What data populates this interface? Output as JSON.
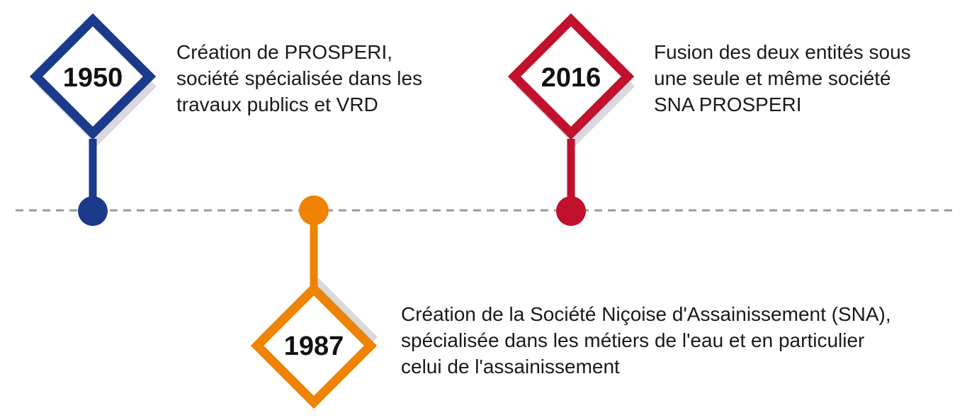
{
  "events": [
    {
      "year": "1950",
      "color": "#1b3a8c",
      "lines": [
        "Création de PROSPERI,",
        "société spécialisée dans les",
        "travaux publics et VRD"
      ]
    },
    {
      "year": "1987",
      "color": "#ee8304",
      "lines": [
        "Création de la Société Niçoise d'Assainissement (SNA),",
        "spécialisée dans les métiers de l'eau et en particulier",
        "celui de l'assainissement"
      ]
    },
    {
      "year": "2016",
      "color": "#c1112d",
      "lines": [
        "Fusion des deux entités sous",
        "une seule et même société",
        "SNA PROSPERI"
      ]
    }
  ],
  "colors": {
    "axis": "#9a9a9a",
    "shadow": "#d9d9de",
    "text": "#1a1a1a"
  }
}
